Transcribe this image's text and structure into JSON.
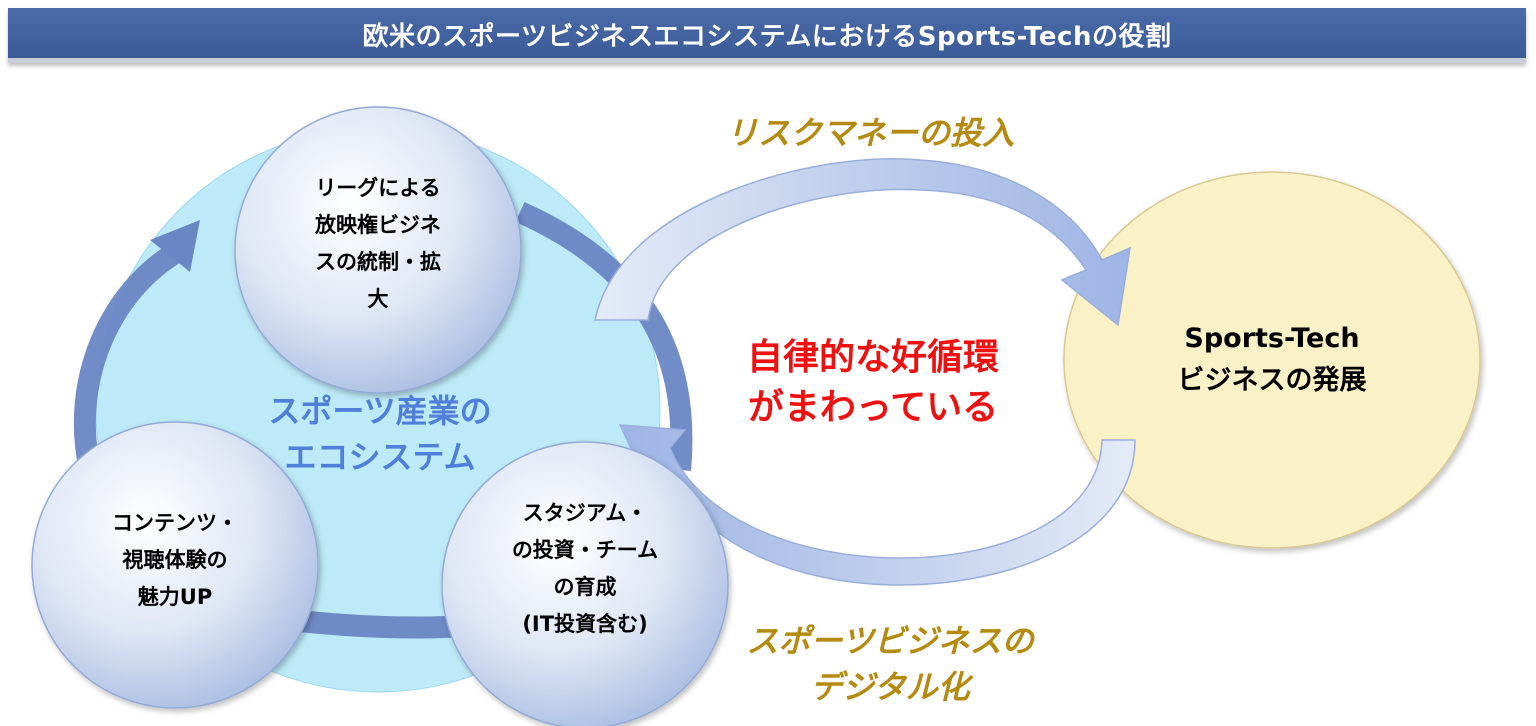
{
  "header": {
    "title": "欧米のスポーツビジネスエコシステムにおけるSports-Techの役割"
  },
  "ecosystem": {
    "label_line1": "スポーツ産業の",
    "label_line2": "エコシステム",
    "league_lines": [
      "リーグによる",
      "放映権ビジネ",
      "スの統制・拡",
      "大"
    ],
    "content_lines": [
      "コンテンツ・",
      "視聴体験の",
      "魅力UP"
    ],
    "stadium_lines": [
      "スタジアム・",
      "の投資・チーム",
      "の育成",
      "(IT投資含む)"
    ]
  },
  "cycle": {
    "line1": "自律的な好循環",
    "line2": "がまわっている"
  },
  "arrows": {
    "top_label": "リスクマネーの投入",
    "bottom_label_line1": "スポーツビジネスの",
    "bottom_label_line2": "デジタル化"
  },
  "sports_tech": {
    "line1": "Sports-Tech",
    "line2": "ビジネスの発展"
  },
  "colors": {
    "header_bg": "#3f5f9f",
    "ecosystem_circle": "#bdeaf8",
    "sports_tech_circle": "#fbf1c6",
    "cycle_arrow": "#6a86c4",
    "cycle_text": "#ee1111",
    "gold_text": "#b58a10"
  }
}
